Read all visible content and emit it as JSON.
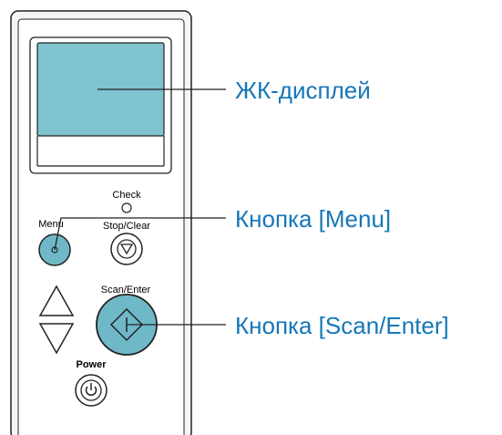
{
  "panel": {
    "check_label": "Check",
    "menu_label": "Menu",
    "stop_clear_label": "Stop/Clear",
    "scan_enter_label": "Scan/Enter",
    "power_label": "Power"
  },
  "callouts": {
    "lcd": "ЖК-дисплей",
    "menu_button": "Кнопка [Menu]",
    "scan_enter_button": "Кнопка [Scan/Enter]"
  },
  "colors": {
    "lcd_fill": "#7fc3cf",
    "button_fill": "#6fb8c8",
    "callout_text": "#1577b8",
    "panel_fill": "#f5f5f5"
  },
  "icons": {
    "up": "triangle-up-icon",
    "down": "triangle-down-icon",
    "stop": "stop-clear-icon",
    "scan": "scan-start-icon",
    "power": "power-icon"
  }
}
